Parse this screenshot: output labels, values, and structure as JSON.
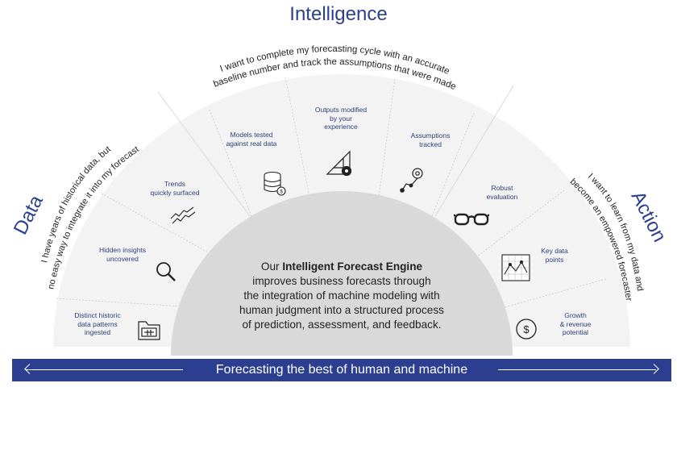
{
  "headers": {
    "intelligence": "Intelligence",
    "data": "Data",
    "action": "Action"
  },
  "quotes": {
    "intelligence_line1": "I want to complete my forecasting cycle with an accurate",
    "intelligence_line2": "baseline number and track the assumptions that were made",
    "data_line1": "I have years of historical data, but",
    "data_line2": "no easy way to integrate it into my forecast",
    "action_line1": "I want to learn from my data and",
    "action_line2": "become an empowered forecaster"
  },
  "segments": [
    {
      "label_1": "Distinct historic",
      "label_2": "data patterns",
      "label_3": "ingested",
      "icon": "folder-icon"
    },
    {
      "label_1": "Hidden insights",
      "label_2": "uncovered",
      "label_3": "",
      "icon": "magnifier-icon"
    },
    {
      "label_1": "Trends",
      "label_2": "quickly surfaced",
      "label_3": "",
      "icon": "trend-lines-icon"
    },
    {
      "label_1": "Models tested",
      "label_2": "against real data",
      "label_3": "",
      "icon": "database-icon"
    },
    {
      "label_1": "Outputs modified",
      "label_2": "by your",
      "label_3": "experience",
      "icon": "triangle-gear-icon"
    },
    {
      "label_1": "Assumptions",
      "label_2": "tracked",
      "label_3": "",
      "icon": "route-pin-icon"
    },
    {
      "label_1": "Robust",
      "label_2": "evaluation",
      "label_3": "",
      "icon": "glasses-icon"
    },
    {
      "label_1": "Key data",
      "label_2": "points",
      "label_3": "",
      "icon": "line-chart-icon"
    },
    {
      "label_1": "Growth",
      "label_2": "& revenue",
      "label_3": "potential",
      "icon": "dollar-coin-icon"
    }
  ],
  "center": {
    "prefix": "Our ",
    "bold": "Intelligent Forecast Engine",
    "line2": "improves business forecasts through",
    "line3": "the integration of machine modeling with",
    "line4": "human judgment into a structured process",
    "line5": "of prediction, assessment, and feedback."
  },
  "footer": {
    "text": "Forecasting the best of human and machine"
  },
  "colors": {
    "brand_blue": "#2c3e8f",
    "arc_light": "#f2f2f2",
    "arc_center": "#d9d9d9",
    "label_text": "#2c3e7a"
  }
}
